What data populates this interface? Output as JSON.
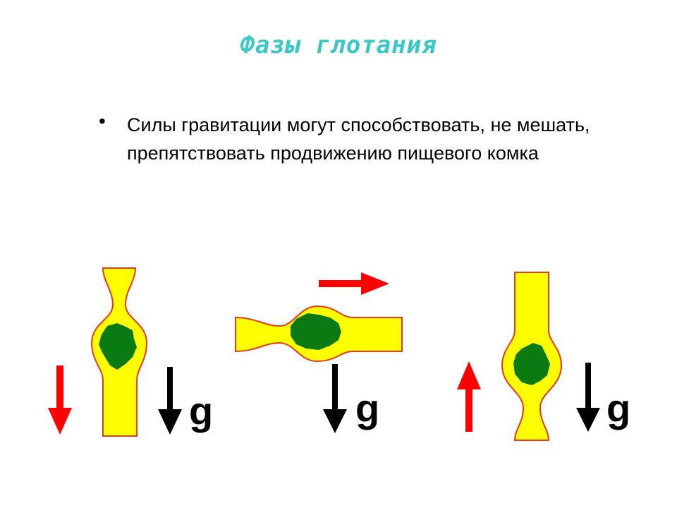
{
  "slide": {
    "title": "Фазы глотания",
    "bullets": [
      "Силы гравитации могут способствовать, не мешать, препятствовать продвижению пищевого комка"
    ]
  },
  "diagram": {
    "panels": [
      {
        "id": "vertical-down",
        "motion": "down",
        "gravity_label": "g"
      },
      {
        "id": "horizontal",
        "motion": "right",
        "gravity_label": "g"
      },
      {
        "id": "vertical-up",
        "motion": "up",
        "gravity_label": "g"
      }
    ],
    "colors": {
      "tube": "#ffff00",
      "tube_wall": "#e83a1e",
      "bolus": "#0a7a12",
      "motion_arrow": "#ff0000",
      "gravity_arrow": "#000000"
    }
  }
}
